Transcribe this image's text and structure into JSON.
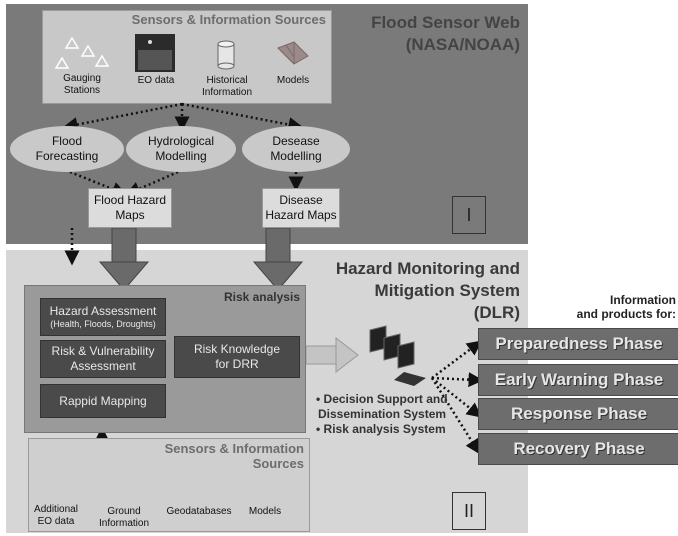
{
  "top": {
    "title_line1": "Flood Sensor Web",
    "title_line2": "(NASA/NOAA)",
    "sources_title": "Sensors & Information Sources",
    "sources": [
      {
        "label_line1": "Gauging",
        "label_line2": "Stations",
        "icon": "triangles-icon"
      },
      {
        "label_line1": "EO data",
        "label_line2": "",
        "icon": "satellite-image-icon"
      },
      {
        "label_line1": "Historical",
        "label_line2": "Information",
        "icon": "database-icon"
      },
      {
        "label_line1": "Models",
        "label_line2": "",
        "icon": "mesh-model-icon"
      }
    ],
    "processes": [
      {
        "line1": "Flood",
        "line2": "Forecasting"
      },
      {
        "line1": "Hydrological",
        "line2": "Modelling"
      },
      {
        "line1": "Desease",
        "line2": "Modelling"
      }
    ],
    "maps": [
      {
        "line1": "Flood Hazard",
        "line2": "Maps"
      },
      {
        "line1": "Disease",
        "line2": "Hazard Maps"
      }
    ],
    "roman": "I"
  },
  "bottom": {
    "title_line1": "Hazard Monitoring and",
    "title_line2": "Mitigation System",
    "title_line3": "(DLR)",
    "risk_title": "Risk analysis",
    "hazard_assessment": "Hazard Assessment",
    "hazard_assessment_sub": "(Health, Floods, Droughts)",
    "risk_vuln_line1": "Risk & Vulnerability",
    "risk_vuln_line2": "Assessment",
    "rapid_mapping": "Rappid Mapping",
    "risk_knowledge_line1": "Risk Knowledge",
    "risk_knowledge_line2": "for DRR",
    "ds_line1": "• Decision Support and",
    "ds_line2": "Dissemination System",
    "ds_line3": "• Risk analysis System",
    "sources_title": "Sensors & Information Sources",
    "sources": [
      {
        "label_line1": "Additional",
        "label_line2": "EO data",
        "icon": "satellite-image-icon"
      },
      {
        "label_line1": "Ground",
        "label_line2": "Information",
        "icon": "database-icon"
      },
      {
        "label_line1": "Geodatabases",
        "label_line2": "",
        "icon": "database-icon"
      },
      {
        "label_line1": "Models",
        "label_line2": "",
        "icon": "mesh-model-icon"
      }
    ],
    "roman": "II"
  },
  "info": {
    "line1": "Information",
    "line2": "and products for:",
    "phases": [
      "Preparedness Phase",
      "Early Warning Phase",
      "Response Phase",
      "Recovery Phase"
    ]
  },
  "colors": {
    "top_panel": "#7a7a7a",
    "bottom_panel": "#d6d6d6",
    "phase_box": "#6d6d6d",
    "dark_box": "#4a4a4a"
  }
}
